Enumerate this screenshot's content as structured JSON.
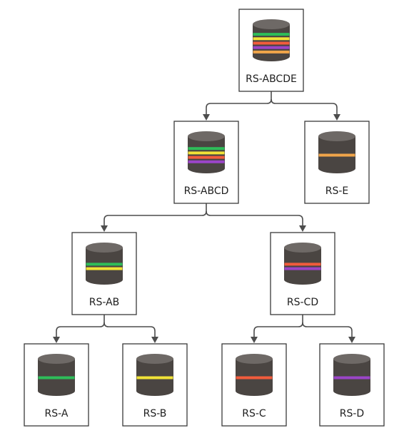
{
  "colors": {
    "A": "#2ebd59",
    "B": "#f1e337",
    "C": "#f25c3c",
    "D": "#9b45c8",
    "E": "#f0a54a"
  },
  "nodes": [
    {
      "id": "abcde",
      "label": "RS-ABCDE",
      "stripes": [
        "A",
        "B",
        "C",
        "D",
        "E"
      ]
    },
    {
      "id": "abcd",
      "label": "RS-ABCD",
      "stripes": [
        "A",
        "B",
        "C",
        "D"
      ]
    },
    {
      "id": "e",
      "label": "RS-E",
      "stripes": [
        "E"
      ]
    },
    {
      "id": "ab",
      "label": "RS-AB",
      "stripes": [
        "A",
        "B"
      ]
    },
    {
      "id": "cd",
      "label": "RS-CD",
      "stripes": [
        "C",
        "D"
      ]
    },
    {
      "id": "a",
      "label": "RS-A",
      "stripes": [
        "A"
      ]
    },
    {
      "id": "b",
      "label": "RS-B",
      "stripes": [
        "B"
      ]
    },
    {
      "id": "c",
      "label": "RS-C",
      "stripes": [
        "C"
      ]
    },
    {
      "id": "d",
      "label": "RS-D",
      "stripes": [
        "D"
      ]
    }
  ],
  "edges": [
    {
      "from": "abcde",
      "to": "abcd"
    },
    {
      "from": "abcde",
      "to": "e"
    },
    {
      "from": "abcd",
      "to": "ab"
    },
    {
      "from": "abcd",
      "to": "cd"
    },
    {
      "from": "ab",
      "to": "a"
    },
    {
      "from": "ab",
      "to": "b"
    },
    {
      "from": "cd",
      "to": "c"
    },
    {
      "from": "cd",
      "to": "d"
    }
  ],
  "icon": "database-cylinder-icon"
}
